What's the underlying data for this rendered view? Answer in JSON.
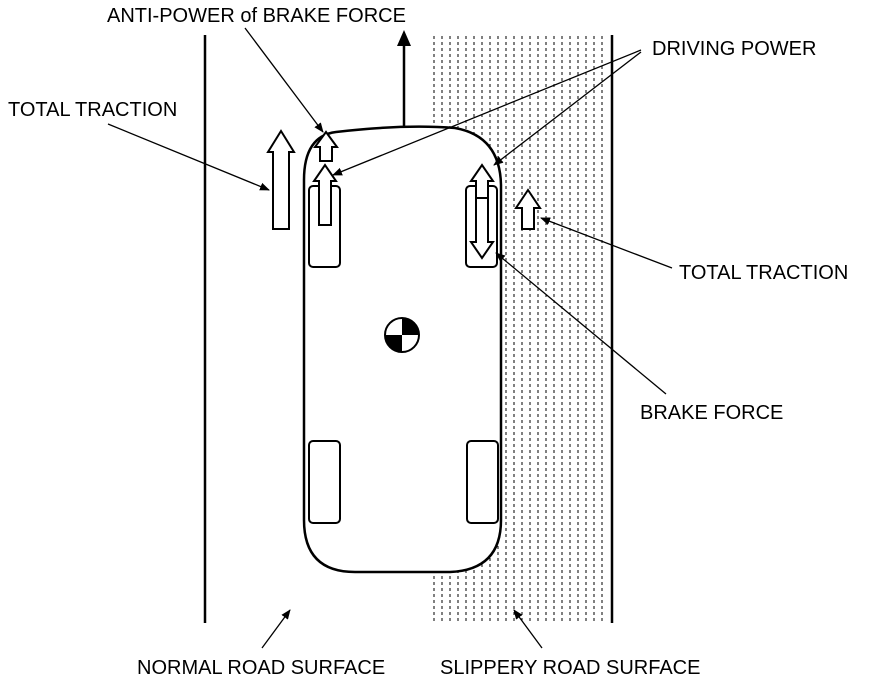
{
  "labels": {
    "anti_power": "ANTI-POWER of BRAKE FORCE",
    "driving_power": "DRIVING POWER",
    "total_traction_left": "TOTAL TRACTION",
    "total_traction_right": "TOTAL TRACTION",
    "brake_force": "BRAKE FORCE",
    "normal_road": "NORMAL ROAD SURFACE",
    "slippery_road": "SLIPPERY ROAD SURFACE"
  },
  "colors": {
    "ink": "#000000",
    "paper": "#ffffff"
  }
}
